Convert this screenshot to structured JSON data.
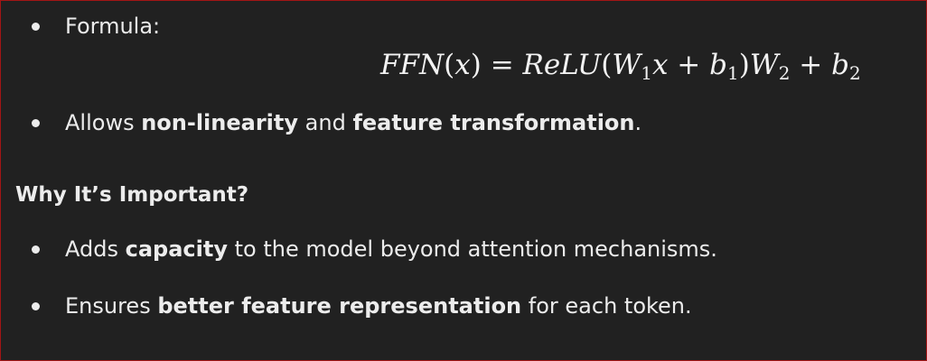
{
  "content": {
    "bullet1": {
      "label": "Formula:"
    },
    "formula": {
      "lhs": "FFN",
      "lparen1": "(",
      "x1": "x",
      "rparen1": ")",
      "eq": " = ",
      "fn": "ReLU",
      "lparen2": "(",
      "w": "W",
      "sub1": "1",
      "x2": "x",
      "plus1": " + ",
      "b": "b",
      "sub2": "1",
      "rparen2": ")",
      "w2": "W",
      "sub3": "2",
      "plus2": " + ",
      "b2": "b",
      "sub4": "2"
    },
    "bullet2": {
      "pre": "Allows ",
      "bold1": "non-linearity",
      "mid": " and ",
      "bold2": "feature transformation",
      "post": "."
    },
    "heading": "Why It’s Important?",
    "bullet3": {
      "pre": "Adds ",
      "bold": "capacity",
      "post": " to the model beyond attention mechanisms."
    },
    "bullet4": {
      "pre": "Ensures ",
      "bold": "better feature representation",
      "post": " for each token."
    }
  },
  "colors": {
    "background": "#212121",
    "text": "#ececec",
    "border": "#a31515"
  }
}
